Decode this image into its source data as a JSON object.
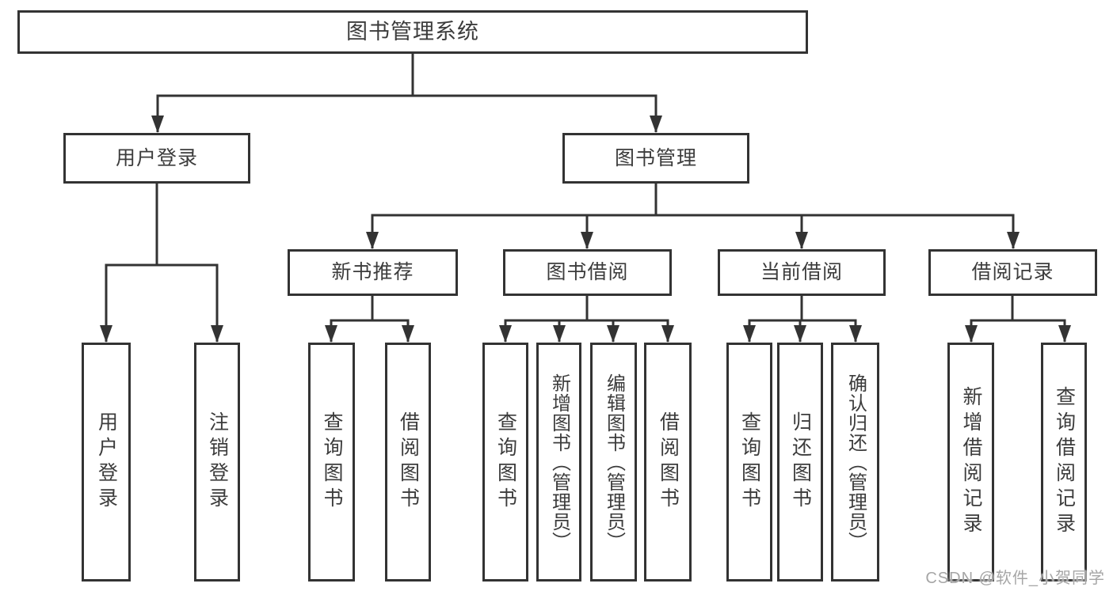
{
  "diagram": {
    "root": {
      "label": "图书管理系统"
    },
    "branches": [
      {
        "label": "用户登录",
        "parent": "图书管理系统"
      },
      {
        "label": "图书管理",
        "parent": "图书管理系统"
      }
    ],
    "modules": [
      {
        "label": "新书推荐",
        "parent": "图书管理"
      },
      {
        "label": "图书借阅",
        "parent": "图书管理"
      },
      {
        "label": "当前借阅",
        "parent": "图书管理"
      },
      {
        "label": "借阅记录",
        "parent": "图书管理"
      }
    ],
    "leaves": [
      {
        "label": "用户登录",
        "parent": "用户登录"
      },
      {
        "label": "注销登录",
        "parent": "用户登录"
      },
      {
        "label": "查询图书",
        "parent": "新书推荐"
      },
      {
        "label": "借阅图书",
        "parent": "新书推荐"
      },
      {
        "label": "查询图书",
        "parent": "图书借阅"
      },
      {
        "label": "新增图书（管理员）",
        "parent": "图书借阅"
      },
      {
        "label": "编辑图书（管理员）",
        "parent": "图书借阅"
      },
      {
        "label": "借阅图书",
        "parent": "图书借阅"
      },
      {
        "label": "查询图书",
        "parent": "当前借阅"
      },
      {
        "label": "归还图书",
        "parent": "当前借阅"
      },
      {
        "label": "确认归还（管理员）",
        "parent": "当前借阅"
      },
      {
        "label": "新增借阅记录",
        "parent": "借阅记录"
      },
      {
        "label": "查询借阅记录",
        "parent": "借阅记录"
      }
    ]
  },
  "watermark": {
    "text": "CSDN @软件_小贺同学"
  },
  "colors": {
    "line": "#333333",
    "box_fill": "#ffffff",
    "text": "#3c3c3c",
    "watermark": "#a6a6a6"
  }
}
